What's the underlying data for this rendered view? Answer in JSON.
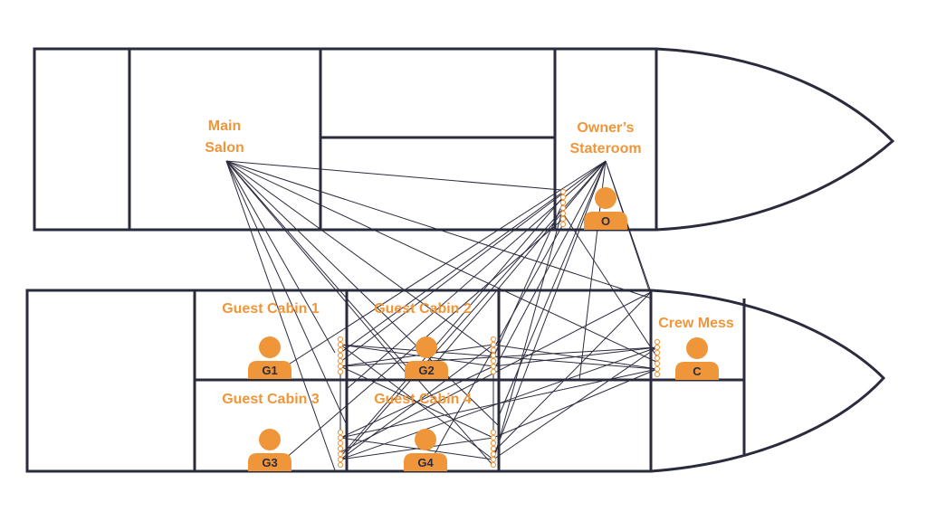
{
  "colors": {
    "accent": "#f0963a",
    "ink": "#2b2b3e"
  },
  "rooms": {
    "main_salon": {
      "line1": "Main",
      "line2": "Salon"
    },
    "owners_stateroom": {
      "line1": "Owner’s",
      "line2": "Stateroom"
    },
    "guest_cabin_1": "Guest Cabin 1",
    "guest_cabin_2": "Guest Cabin 2",
    "guest_cabin_3": "Guest Cabin 3",
    "guest_cabin_4": "Guest Cabin 4",
    "crew_mess": "Crew Mess"
  },
  "occupants": {
    "owner": "O",
    "guest1": "G1",
    "guest2": "G2",
    "guest3": "G3",
    "guest4": "G4",
    "crew": "C"
  },
  "icons": {
    "occupant": "person-icon",
    "port": "connector-port-icon"
  }
}
